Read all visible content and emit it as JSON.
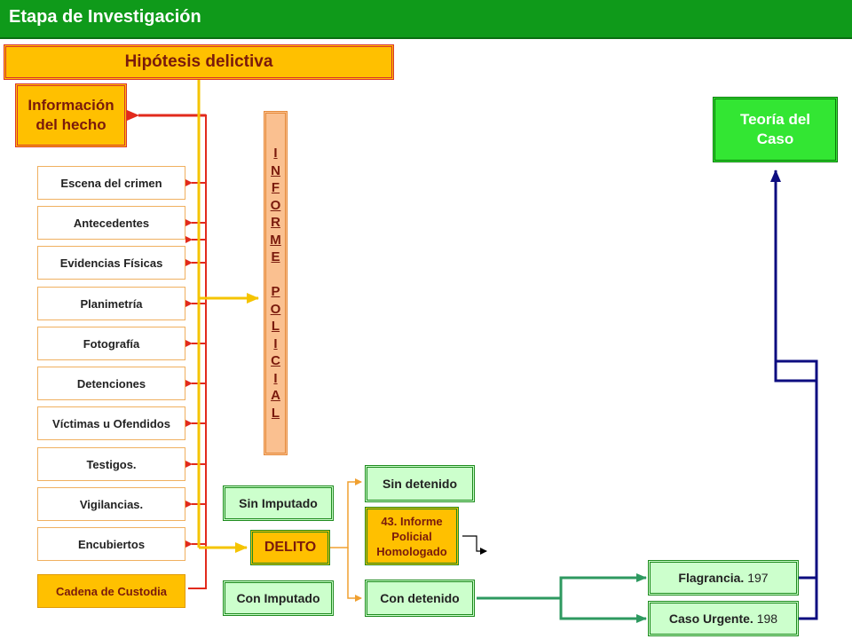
{
  "title": "Etapa de Investigación",
  "hypothesis": "Hipótesis delictiva",
  "info_hecho": [
    "Información",
    "del hecho"
  ],
  "items": [
    "Escena del crimen",
    "Antecedentes",
    "Evidencias Físicas",
    "Planimetría",
    "Fotografía",
    "Detenciones",
    "Víctimas u Ofendidos",
    "Testigos.",
    "Vigilancias.",
    "Encubiertos"
  ],
  "cadena": "Cadena de Custodia",
  "informe_letters": [
    "I",
    "N",
    "F",
    "O",
    "R",
    "M",
    "E",
    " ",
    "P",
    "O",
    "L",
    "I",
    "C",
    "I",
    "A",
    "L"
  ],
  "teoria": [
    "Teoría del",
    "Caso"
  ],
  "sin_imputado": "Sin Imputado",
  "delito": "DELITO",
  "con_imputado": "Con Imputado",
  "sin_detenido": "Sin detenido",
  "informe43": [
    "43. Informe",
    "Policial",
    "Homologado"
  ],
  "con_detenido": "Con detenido",
  "flagrancia": {
    "label": "Flagrancia.",
    "num": "197"
  },
  "caso_urgente": {
    "label": "Caso Urgente.",
    "num": "198"
  },
  "colors": {
    "title_bg": "#0f9a1a",
    "orange": "#ffc000",
    "red_line": "#e22a1c",
    "yellow_line": "#f5c400",
    "navy_line": "#0d0d80",
    "green_line": "#2e9960",
    "orange_line": "#f0a030"
  }
}
